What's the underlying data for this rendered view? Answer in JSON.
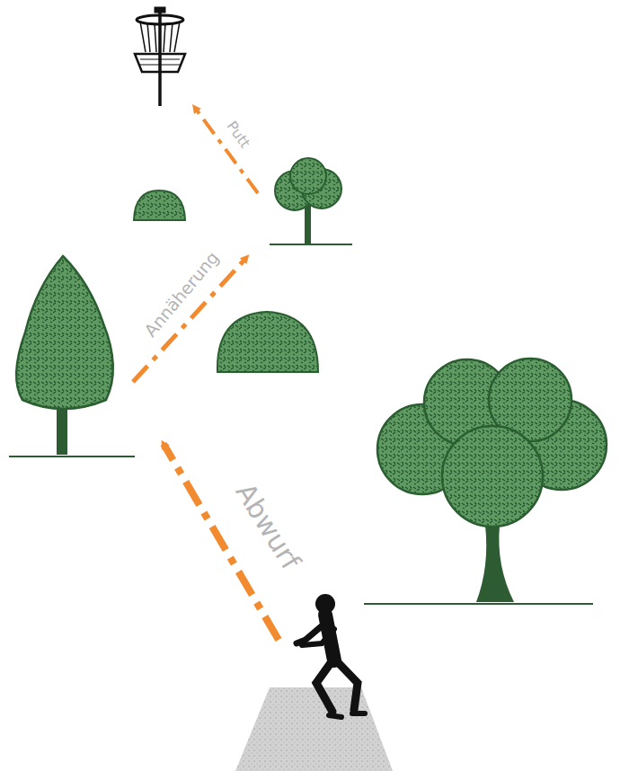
{
  "diagram": {
    "labels": [
      "Putt",
      "Annäherung",
      "Abwurf"
    ]
  }
}
